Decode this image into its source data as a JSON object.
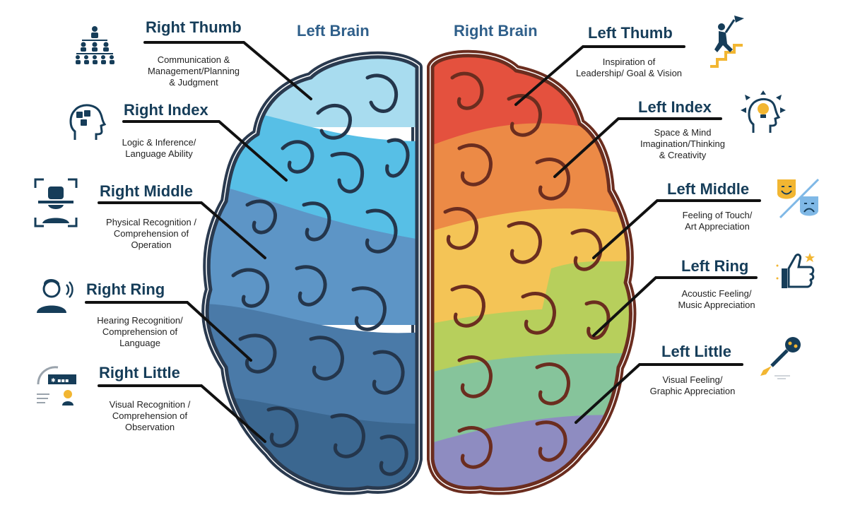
{
  "hemispheres": {
    "left": "Left Brain",
    "right": "Right Brain"
  },
  "colors": {
    "left_brain": [
      "#a8dcef",
      "#57bfe6",
      "#5d95c6",
      "#4a7aa8",
      "#3b6790"
    ],
    "right_brain": [
      "#e4513e",
      "#ec8a46",
      "#f4c456",
      "#b7cf5c",
      "#86c49b",
      "#8e8cc1"
    ],
    "outline": "#2a3a4f",
    "outline_right": "#6b2d1f",
    "title": "#163d59"
  },
  "fingers_left_side": [
    {
      "title": "Right Thumb",
      "desc": [
        "Communication &",
        "Management/Planning",
        "& Judgment"
      ],
      "icon": "org-chart-icon"
    },
    {
      "title": "Right Index",
      "desc": [
        "Logic & Inference/",
        "Language Ability"
      ],
      "icon": "head-puzzle-icon"
    },
    {
      "title": "Right Middle",
      "desc": [
        "Physical Recognition /",
        "Comprehension of",
        "Operation"
      ],
      "icon": "face-scan-icon"
    },
    {
      "title": "Right Ring",
      "desc": [
        "Hearing Recognition/",
        "Comprehension of",
        "Language"
      ],
      "icon": "person-listening-icon"
    },
    {
      "title": "Right Little",
      "desc": [
        "Visual Recognition /",
        "Comprehension of",
        "Observation"
      ],
      "icon": "eye-test-icon"
    }
  ],
  "fingers_right_side": [
    {
      "title": "Left Thumb",
      "desc": [
        "Inspiration of",
        "Leadership/ Goal & Vision"
      ],
      "icon": "climbing-flag-icon"
    },
    {
      "title": "Left Index",
      "desc": [
        "Space & Mind",
        "Imagination/Thinking",
        "& Creativity"
      ],
      "icon": "head-bulb-icon"
    },
    {
      "title": "Left Middle",
      "desc": [
        "Feeling of Touch/",
        "Art Appreciation"
      ],
      "icon": "theater-masks-icon"
    },
    {
      "title": "Left Ring",
      "desc": [
        "Acoustic Feeling/",
        "Music Appreciation"
      ],
      "icon": "thumbs-up-icon"
    },
    {
      "title": "Left Little",
      "desc": [
        "Visual Feeling/",
        "Graphic Appreciation"
      ],
      "icon": "paintbrush-icon"
    }
  ]
}
